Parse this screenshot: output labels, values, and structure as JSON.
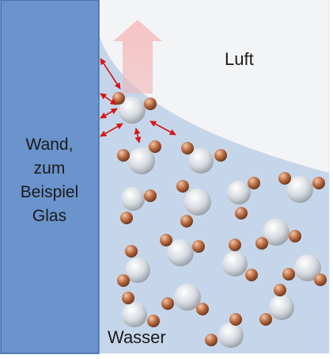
{
  "labels": {
    "wall": [
      "Wand,",
      "zum",
      "Beispiel",
      "Glas"
    ],
    "air": "Luft",
    "water": "Wasser"
  },
  "colors": {
    "wall_fill": "#6b93cc",
    "wall_stroke": "#3e6aa8",
    "water_fill": "#c6d6ea",
    "air_fill": "#f3f4f6",
    "oxygen": "#cdd2d8",
    "hydrogen": "#b8693f",
    "arrow_up": "#f3b8b8",
    "force_arrows": "#d41515"
  },
  "icons": {
    "molecule": "water-molecule-icon",
    "up_arrow": "evaporation-arrow-icon",
    "force_arrow": "double-headed-arrow-icon"
  }
}
